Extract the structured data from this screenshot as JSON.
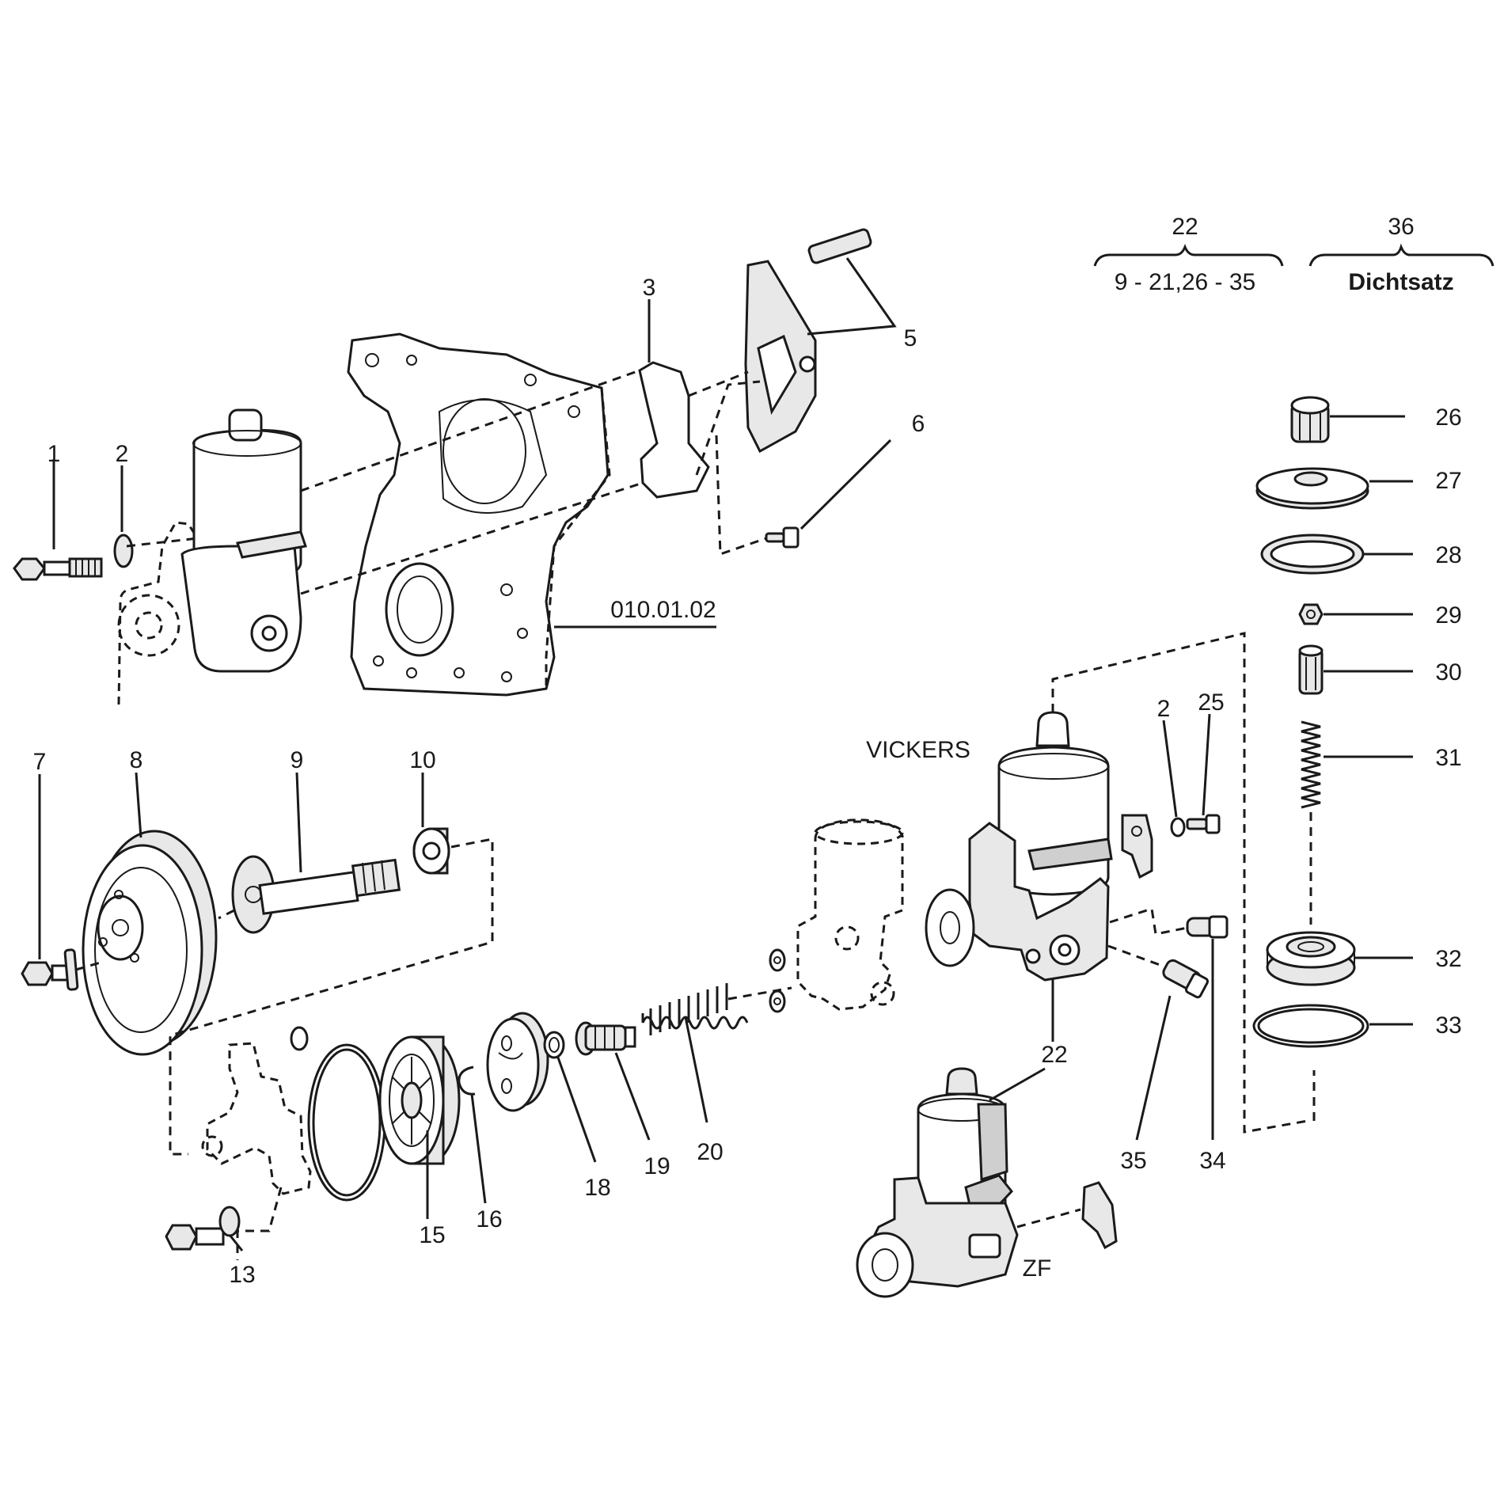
{
  "header": {
    "group_22": {
      "number": "22",
      "range": "9 - 21,26 - 35"
    },
    "group_36": {
      "number": "36",
      "name": "Dichtsatz"
    }
  },
  "labels": {
    "p1": "1",
    "p2_top": "2",
    "p3": "3",
    "p5": "5",
    "p6": "6",
    "ref_block": "010.01.02",
    "p7": "7",
    "p8": "8",
    "p9": "9",
    "p10": "10",
    "p13": "13",
    "p15": "15",
    "p16": "16",
    "p18": "18",
    "p19": "19",
    "p20": "20",
    "p22_vickers": "22",
    "p22_zf": "22",
    "p2_right": "2",
    "p25": "25",
    "p26": "26",
    "p27": "27",
    "p28": "28",
    "p29": "29",
    "p30": "30",
    "p31": "31",
    "p32": "32",
    "p33": "33",
    "p34": "34",
    "p35": "35"
  },
  "variants": {
    "vickers": "VICKERS",
    "zf": "ZF"
  }
}
